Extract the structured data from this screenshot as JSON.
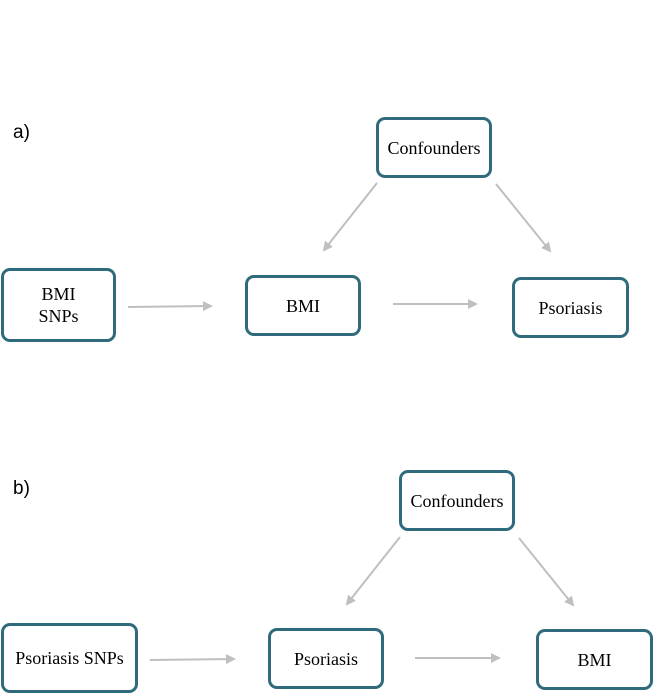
{
  "panels": [
    {
      "label": "a)",
      "nodes": {
        "confounders": "Confounders",
        "instrument_line1": "BMI",
        "instrument_line2": "SNPs",
        "exposure": "BMI",
        "outcome": "Psoriasis"
      }
    },
    {
      "label": "b)",
      "nodes": {
        "confounders": "Confounders",
        "instrument": "Psoriasis SNPs",
        "exposure": "Psoriasis",
        "outcome": "BMI"
      }
    }
  ],
  "colors": {
    "node_border": "#2f6b7c",
    "arrow": "#bfbfbf"
  }
}
